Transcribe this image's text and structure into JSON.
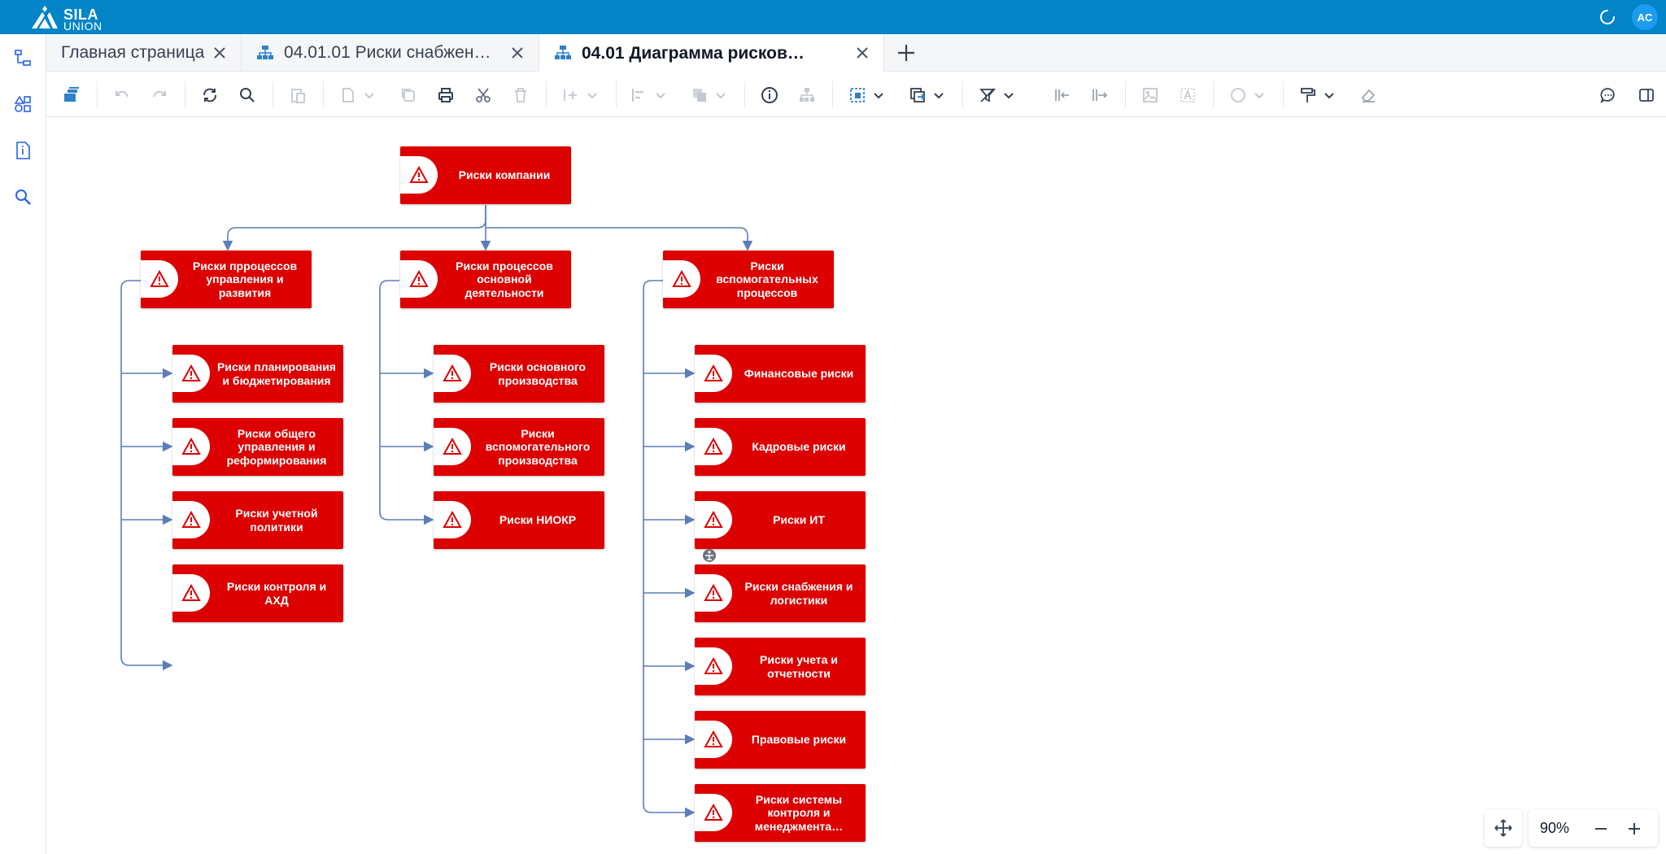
{
  "app": {
    "brand_line1": "SILA",
    "brand_line2": "UNION",
    "user_initials": "AC",
    "accent_color": "#0284c7",
    "node_color": "#dc0000",
    "edge_color": "#5b7db8"
  },
  "sidebar": {
    "items": [
      {
        "icon": "model-tree-icon"
      },
      {
        "icon": "shapes-icon"
      },
      {
        "icon": "properties-icon"
      },
      {
        "icon": "search-icon"
      }
    ]
  },
  "tabs": [
    {
      "label": "Главная страница",
      "icon": "",
      "active": false
    },
    {
      "label": "04.01.01 Риски снабжен…",
      "icon": "diagram-icon",
      "active": false
    },
    {
      "label": "04.01 Диаграмма рисков…",
      "icon": "diagram-icon",
      "active": true
    }
  ],
  "toolbar": {
    "icons": [
      "repository-icon",
      "undo-icon",
      "redo-icon",
      "refresh-icon",
      "search-icon",
      "paste-icon",
      "new-object-icon",
      "copy-icon",
      "print-icon",
      "cut-icon",
      "delete-icon",
      "insert-icon",
      "align-icon",
      "arrange-icon",
      "info-icon",
      "tree-icon",
      "select-icon",
      "export-icon",
      "filter-icon",
      "collapse-left-icon",
      "expand-right-icon",
      "image-icon",
      "text-icon",
      "shape-icon",
      "format-painter-icon",
      "eraser-icon",
      "comments-icon",
      "panel-icon"
    ]
  },
  "diagram": {
    "root": "Риски компании",
    "groups": [
      {
        "title": "Риски прроцессов управления и развития",
        "children": [
          "Риски планирования и бюджетирования",
          "Риски общего управления и реформирования",
          "Риски учетной политики",
          "Риски контроля и АХД"
        ]
      },
      {
        "title": "Риски процессов основной деятельности",
        "children": [
          "Риски основного производства",
          "Риски вспомогательного производства",
          "Риски НИОКР"
        ]
      },
      {
        "title": "Риски вспомогательных процессов",
        "children": [
          "Финансовые риски",
          "Кадровые риски",
          "Риски ИТ",
          "Риски снабжения и логистики",
          "Риски учета и отчетности",
          "Правовые риски",
          "Риски системы контроля и менеджмента…"
        ]
      }
    ]
  },
  "zoom": {
    "level": "90%",
    "minus": "−",
    "plus": "+"
  }
}
